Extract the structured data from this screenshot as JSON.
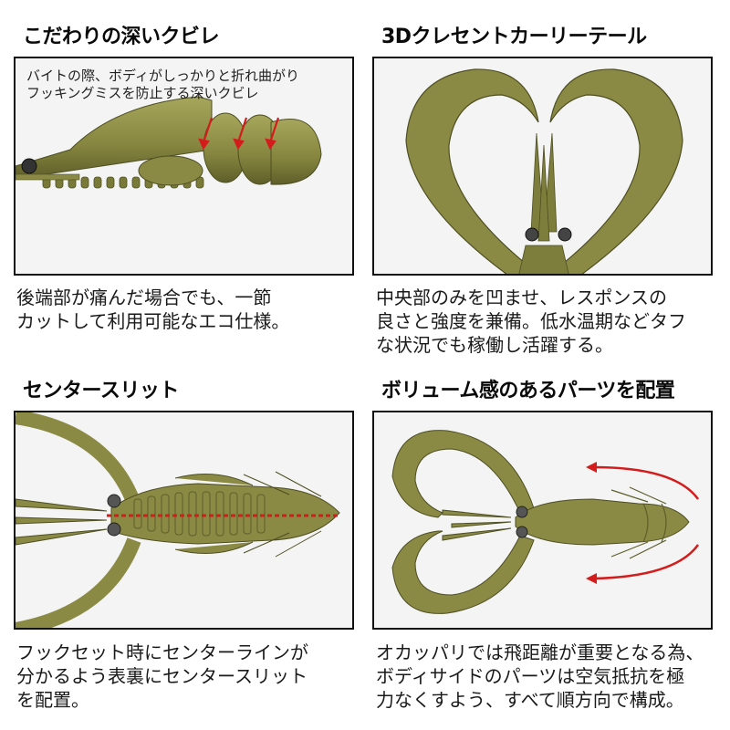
{
  "panels": [
    {
      "title": "こだわりの深いクビレ",
      "note": "バイトの際、ボディがしっかりと折れ曲がり\nフッキングミスを防止する深いクビレ",
      "caption": "後端部が痛んだ場合でも、一節\nカットして利用可能なエコ仕様。",
      "image": "side-view-lure-with-red-arrows"
    },
    {
      "title": "3Dクレセントカーリーテール",
      "caption": "中央部のみを凹ませ、レスポンスの\n良さと強度を兼備。低水温期などタフ\nな状況でも稼働し活躍する。",
      "image": "heart-shaped-curly-tails"
    },
    {
      "title": "センタースリット",
      "caption": "フックセット時にセンターラインが\n分かるよう表裏にセンタースリット\nを配置。",
      "image": "top-view-lure-with-red-dotted-centerline"
    },
    {
      "title": "ボリューム感のあるパーツを配置",
      "caption": "オカッパリでは飛距離が重要となる為、\nボディサイドのパーツは空気抵抗を極\n力なくすよう、すべて順方向で構成。",
      "image": "top-view-lure-with-red-curved-arrows"
    }
  ],
  "colors": {
    "lure": "#8a8a45",
    "lure_dark": "#5e5e2a",
    "lure_light": "#a8a860",
    "accent_red": "#d41c1c",
    "panel_bg": "#f4f4f4",
    "border": "#111111"
  }
}
